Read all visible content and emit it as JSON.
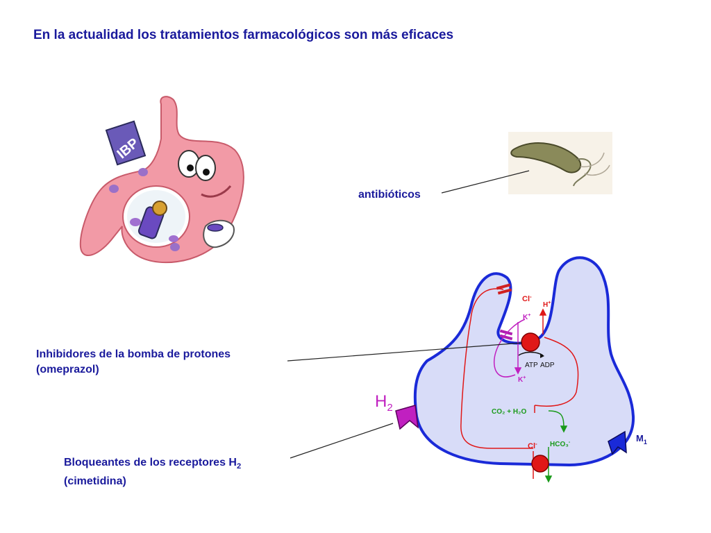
{
  "title": "En la actualidad los tratamientos farmacológicos son más eficaces",
  "labels": {
    "antibiotics": "antibióticos",
    "ppi_line1": "Inhibidores de la bomba de protones",
    "ppi_line2": "(omeprazol)",
    "h2_line1_prefix": "Bloqueantes de los receptores H",
    "h2_line1_sub": "2",
    "h2_line2": "(cimetidina)"
  },
  "stomach_cartoon": {
    "pill_box_text": "IBP"
  },
  "cell_diagram": {
    "cl_top": "Cl",
    "cl_top_sup": "-",
    "h_plus": "H",
    "h_plus_sup": "+",
    "k_plus_top": "K",
    "k_plus_top_sup": "+",
    "k_plus_bottom": "K",
    "k_plus_bottom_sup": "+",
    "atp": "ATP",
    "adp": "ADP",
    "co2_h2o": "CO₂ + H₂O",
    "cl_bottom": "Cl",
    "cl_bottom_sup": "-",
    "hco3": "HCO₃",
    "hco3_sup": "-",
    "h2_receptor": "H",
    "h2_receptor_sub": "2",
    "m1_receptor": "M",
    "m1_receptor_sub": "1"
  },
  "colors": {
    "title_text": "#1a1a9c",
    "cell_fill": "#d8dcf8",
    "cell_outline": "#1a2ad8",
    "red_path": "#e01818",
    "magenta": "#c020c0",
    "green": "#1a9a1a",
    "stomach_pink": "#f29aa6"
  }
}
